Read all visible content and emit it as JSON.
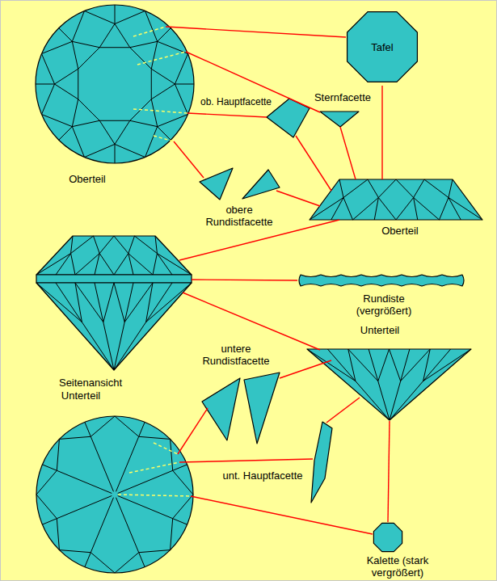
{
  "diagram": {
    "nodes": [
      {
        "text": [
          "Tafel"
        ]
      }
    ],
    "labels": [
      "Sternfacette",
      "ob. Hauptfacette",
      "Oberteil",
      "obere Rundistfacette",
      "Oberteil",
      "Rundiste (vergrößert)",
      "Unterteil",
      "Seitenansicht",
      "untere Rundistfacette",
      "Unterteil",
      "unt. Hauptfacette",
      "Kalette (stark vergrößert)"
    ]
  }
}
